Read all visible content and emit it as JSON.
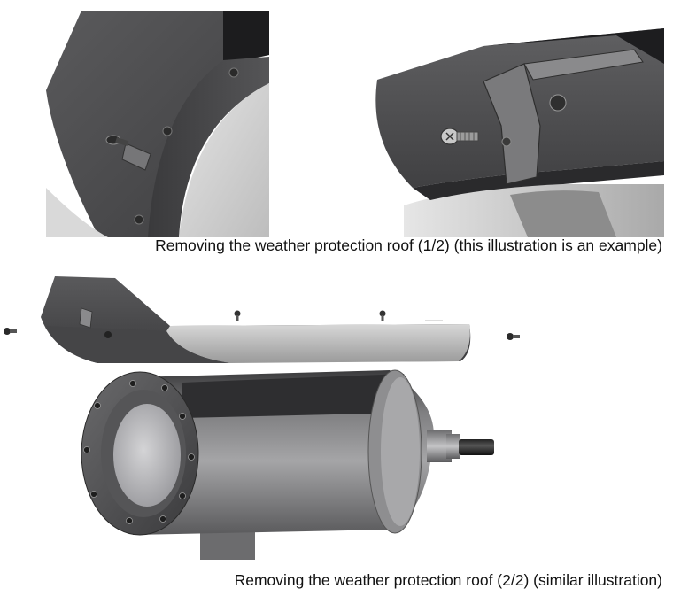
{
  "captions": {
    "figure1": "Removing the weather protection roof (1/2) (this illustration is an example)",
    "figure2": "Removing the weather protection roof (2/2) (similar illustration)"
  },
  "figures": {
    "figure1": {
      "subject": "close-up-weather-roof-screw"
    },
    "figure2": {
      "subject": "close-up-weather-roof-bracket-screw"
    },
    "figure3": {
      "subject": "camera-housing-with-detached-weather-roof"
    }
  },
  "colors": {
    "roof_dark": "#4a4a4c",
    "roof_shade": "#2f2f31",
    "housing_mid": "#6b6b6d",
    "housing_light": "#9a9a9c",
    "background": "#ffffff"
  }
}
